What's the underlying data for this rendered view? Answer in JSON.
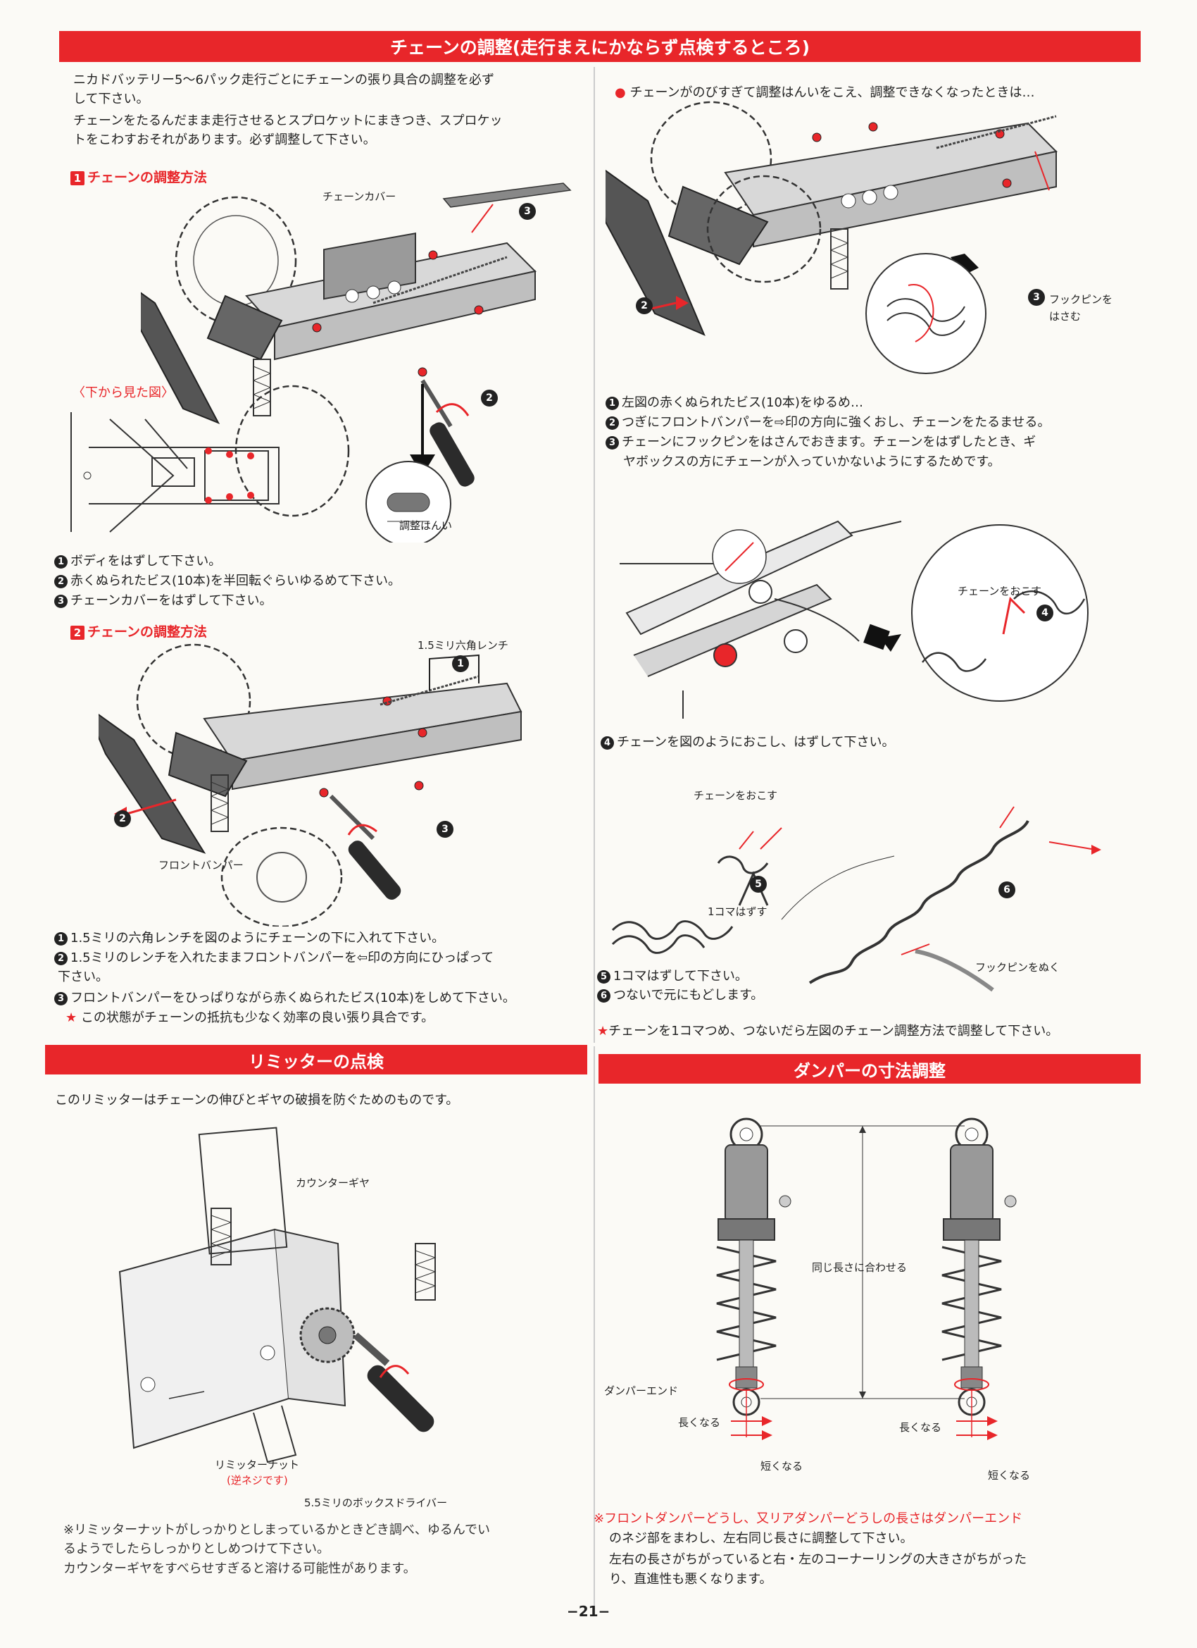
{
  "header": {
    "title": "チェーンの調整(走行まえにかならず点検するところ)"
  },
  "left": {
    "intro": [
      "ニカドバッテリー5〜6パック走行ごとにチェーンの張り具合の調整を必ず",
      "して下さい。",
      "チェーンをたるんだまま走行させるとスプロケットにまきつき、スプロケッ",
      "トをこわすおそれがあります。必ず調整して下さい。"
    ],
    "sub1": {
      "num": "1",
      "label": "チェーンの調整方法"
    },
    "fig1": {
      "chain_cover": "チェーンカバー",
      "bottom_view": "〈下から見た図〉",
      "adjust_range": "調整はんい",
      "n2": "2",
      "n3": "3"
    },
    "steps1": [
      {
        "num": "1",
        "text": "ボディをはずして下さい。"
      },
      {
        "num": "2",
        "text": "赤くぬられたビス(10本)を半回転ぐらいゆるめて下さい。"
      },
      {
        "num": "3",
        "text": "チェーンカバーをはずして下さい。"
      }
    ],
    "sub2": {
      "num": "2",
      "label": "チェーンの調整方法"
    },
    "fig2": {
      "wrench": "1.5ミリ六角レンチ",
      "bumper": "フロントバンパー",
      "n1": "1",
      "n2": "2",
      "n3": "3"
    },
    "steps2": [
      {
        "num": "1",
        "text": "1.5ミリの六角レンチを図のようにチェーンの下に入れて下さい。"
      },
      {
        "num": "2",
        "text": "1.5ミリのレンチを入れたままフロントバンパーを⇦印の方向にひっぱって"
      },
      {
        "num": "",
        "text": "下さい。"
      },
      {
        "num": "3",
        "text": "フロントバンパーをひっぱりながら赤くぬられたビス(10本)をしめて下さい。"
      }
    ],
    "note": "この状態がチェーンの抵抗も少なく効率の良い張り具合です。"
  },
  "right": {
    "lead": "チェーンがのびすぎて調整はんいをこえ、調整できなくなったときは…",
    "fig3": {
      "hook_pin_line1": "フックピンを",
      "hook_pin_line2": "はさむ",
      "n2": "2",
      "n3": "3"
    },
    "steps3": [
      {
        "num": "1",
        "text": "左図の赤くぬられたビス(10本)をゆるめ…"
      },
      {
        "num": "2",
        "text": "つぎにフロントバンパーを⇨印の方向に強くおし、チェーンをたるませる。"
      },
      {
        "num": "3",
        "text": "チェーンにフックピンをはさんでおきます。チェーンをはずしたとき、ギ"
      },
      {
        "num": "",
        "text": "ヤボックスの方にチェーンが入っていかないようにするためです。"
      }
    ],
    "fig4": {
      "raise": "チェーンをおこす",
      "n4": "4"
    },
    "step4": {
      "num": "4",
      "text": "チェーンを図のようにおこし、はずして下さい。"
    },
    "fig5": {
      "raise": "チェーンをおこす",
      "remove_one": "1コマはずす",
      "pull_pin": "フックピンをぬく",
      "n5": "5",
      "n6": "6"
    },
    "steps5": [
      {
        "num": "5",
        "text": "1コマはずして下さい。"
      },
      {
        "num": "6",
        "text": "つないで元にもどします。"
      }
    ],
    "note": "チェーンを1コマつめ、つないだら左図のチェーン調整方法で調整して下さい。"
  },
  "limiter": {
    "title": "リミッターの点検",
    "intro": "このリミッターはチェーンの伸びとギヤの破損を防ぐためのものです。",
    "counter_gear": "カウンターギヤ",
    "limiter_nut": "リミッターナット",
    "reverse_thread": "(逆ネジです)",
    "box_driver": "5.5ミリのボックスドライバー",
    "notes": [
      "※リミッターナットがしっかりとしまっているかときどき調べ、ゆるんでい",
      "るようでしたらしっかりとしめつけて下さい。",
      "カウンターギヤをすべらせすぎると溶ける可能性があります。"
    ]
  },
  "damper": {
    "title": "ダンパーの寸法調整",
    "same_length": "同じ長さに合わせる",
    "damper_end": "ダンパーエンド",
    "longer_left": "長くなる",
    "shorter_left": "短くなる",
    "longer_right": "長くなる",
    "shorter_right": "短くなる",
    "notes": [
      "※フロントダンパーどうし、又リアダンパーどうしの長さはダンパーエンド",
      "のネジ部をまわし、左右同じ長さに調整して下さい。",
      "左右の長さがちがっていると右・左のコーナーリングの大きさがちがった",
      "り、直進性も悪くなります。"
    ]
  },
  "footer": {
    "page": "−21−"
  },
  "colors": {
    "accent": "#e8262a",
    "ink": "#222222"
  }
}
